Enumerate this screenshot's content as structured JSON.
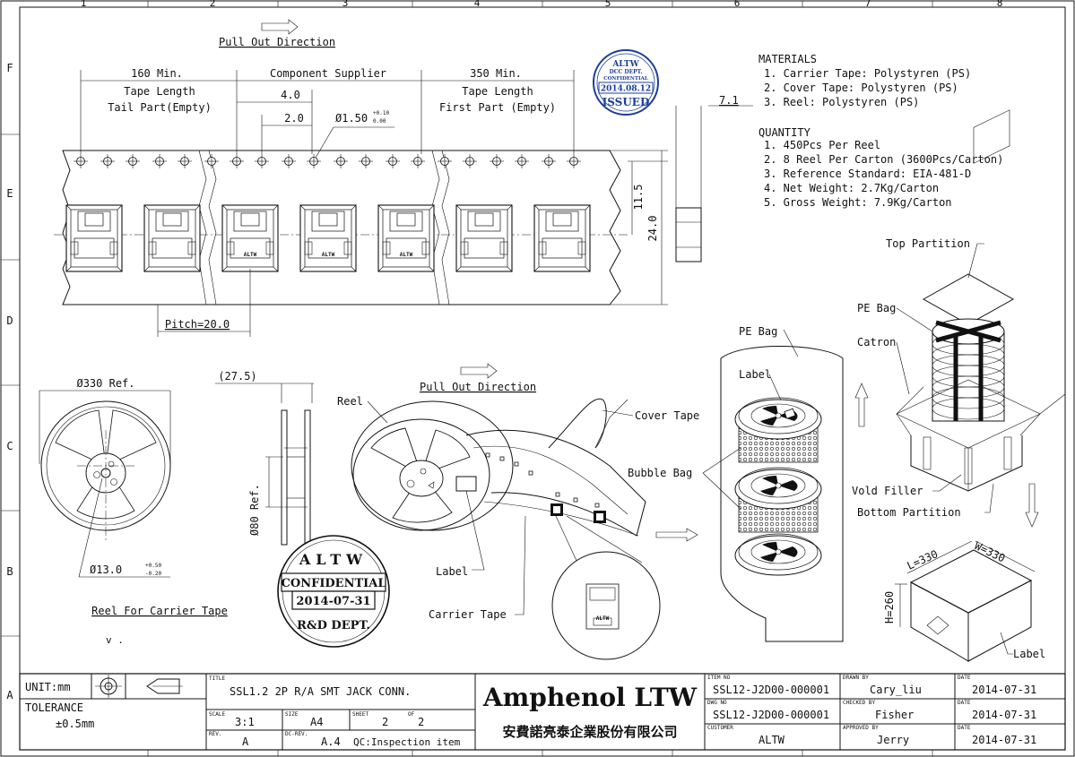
{
  "border": {
    "columns": [
      "1",
      "2",
      "3",
      "4",
      "5",
      "6",
      "7",
      "8"
    ],
    "rows": [
      "F",
      "E",
      "D",
      "C",
      "B",
      "A"
    ]
  },
  "tape_view": {
    "pull_out_direction": "Pull Out Direction",
    "tail_min": "160 Min.",
    "tail_label_1": "Tape Length",
    "tail_label_2": "Tail Part(Empty)",
    "component_supplier": "Component Supplier",
    "first_min": "350 Min.",
    "first_label_1": "Tape Length",
    "first_label_2": "First Part (Empty)",
    "dim_4": "4.0",
    "dim_2": "2.0",
    "hole_dia": "Ø1.50",
    "hole_tol_plus": "+0.10",
    "hole_tol_minus": "0.00",
    "dim_7_1": "7.1",
    "dim_11_5": "11.5",
    "dim_24": "24.0",
    "pitch": "Pitch=20.0",
    "pocket_mark": "ALTW"
  },
  "stamp_issued": {
    "top": "ALTW",
    "line1": "DCC DEPT.",
    "line2": "CONFIDENTIAL",
    "date": "2014.08.12",
    "word": "ISSUED"
  },
  "materials": {
    "heading": "MATERIALS",
    "items": [
      "1. Carrier Tape: Polystyren (PS)",
      "2. Cover Tape: Polystyren (PS)",
      "3. Reel: Polystyren (PS)"
    ]
  },
  "quantity": {
    "heading": "QUANTITY",
    "items": [
      "1. 450Pcs Per Reel",
      "2. 8 Reel Per Carton (3600Pcs/Carton)",
      "3. Reference Standard: EIA-481-D",
      "4. Net Weight: 2.7Kg/Carton",
      "5. Gross Weight: 7.9Kg/Carton"
    ]
  },
  "reel_view": {
    "dia_330": "Ø330 Ref.",
    "dia_13": "Ø13.0",
    "dia_13_plus": "+0.50",
    "dia_13_minus": "-0.20",
    "width_27_5": "(27.5)",
    "dia_80": "Ø80 Ref.",
    "caption": "Reel For Carrier Tape",
    "small_note": "v ."
  },
  "stamp_confidential": {
    "top": "ALTW",
    "word": "CONFIDENTIAL",
    "date": "2014-07-31",
    "dept": "R&D DEPT."
  },
  "iso_view": {
    "pull_out_direction": "Pull Out Direction",
    "reel": "Reel",
    "cover_tape": "Cover Tape",
    "label": "Label",
    "carrier_tape": "Carrier Tape",
    "bubble_bag": "Bubble Bag",
    "pe_bag": "PE Bag",
    "label_on_reel": "Label",
    "part_mark": "ALTW"
  },
  "carton_view": {
    "top_partition": "Top Partition",
    "pe_bag": "PE Bag",
    "catron": "Catron",
    "vold_filler": "Vold Filler",
    "bottom_partition": "Bottom Partition",
    "l_dim": "L=330",
    "w_dim": "W=330",
    "h_dim": "H=260",
    "label": "Label"
  },
  "title_block": {
    "unit": "UNIT:mm",
    "tolerance_label": "TOLERANCE",
    "tolerance_value": "±0.5mm",
    "title_caption": "TITLE",
    "title": "SSL1.2 2P R/A SMT JACK CONN.",
    "scale_caption": "SCALE",
    "scale": "3:1",
    "size_caption": "SIZE",
    "size": "A4",
    "sheet_caption": "SHEET",
    "sheet": "2",
    "of_caption": "OF",
    "sheet_total": "2",
    "rev_caption": "REV.",
    "rev": "A",
    "dcrev_caption": "DC-REV.",
    "dcrev": "A.4",
    "inspection": "QC:Inspection item",
    "company": "Amphenol LTW",
    "company_cn": "安費諾亮泰企業股份有限公司",
    "item_no_caption": "ITEM NO",
    "item_no": "SSL12-J2D00-000001",
    "dwg_no_caption": "DWG NO",
    "dwg_no": "SSL12-J2D00-000001",
    "customer_caption": "CUSTOMER",
    "customer": "ALTW",
    "drawn_caption": "DRAWN BY",
    "drawn_by": "Cary_liu",
    "checked_caption": "CHECKED BY",
    "checked_by": "Fisher",
    "approved_caption": "APPROVED BY",
    "approved_by": "Jerry",
    "date_caption": "DATE",
    "date_1": "2014-07-31",
    "date_2": "2014-07-31",
    "date_3": "2014-07-31"
  }
}
